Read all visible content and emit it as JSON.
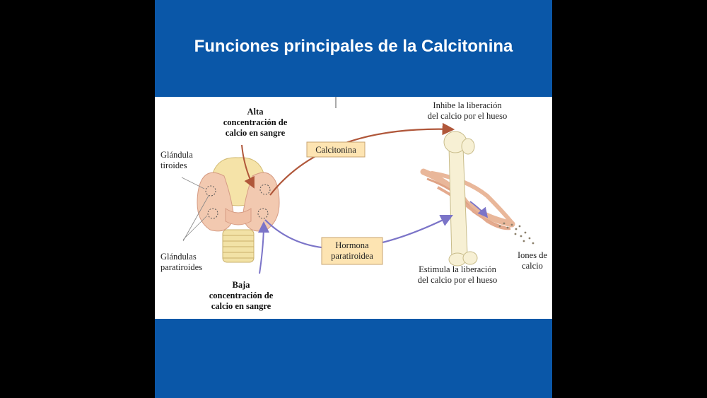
{
  "slide": {
    "title": "Funciones principales de la Calcitonina"
  },
  "diagram": {
    "high_calcium": [
      "Alta",
      "concentración de",
      "calcio en sangre"
    ],
    "low_calcium": [
      "Baja",
      "concentración de",
      "calcio en sangre"
    ],
    "thyroid_label": [
      "Glándula",
      "tiroides"
    ],
    "parathyroid_label": [
      "Glándulas",
      "paratiroides"
    ],
    "calcitonin_box": "Calcitonina",
    "pth_box": [
      "Hormona",
      "paratiroidea"
    ],
    "inhibit_text": [
      "Inhibe la liberación",
      "del calcio por el hueso"
    ],
    "stimulate_text": [
      "Estimula la liberación",
      "del calcio por el hueso"
    ],
    "calcium_ions": [
      "Iones de",
      "calcio"
    ],
    "colors": {
      "calcitonin_arrow": "#b0573a",
      "pth_arrow": "#7b74c8",
      "box_fill": "#fde4b2",
      "slide_blue": "#0a57a8"
    }
  }
}
